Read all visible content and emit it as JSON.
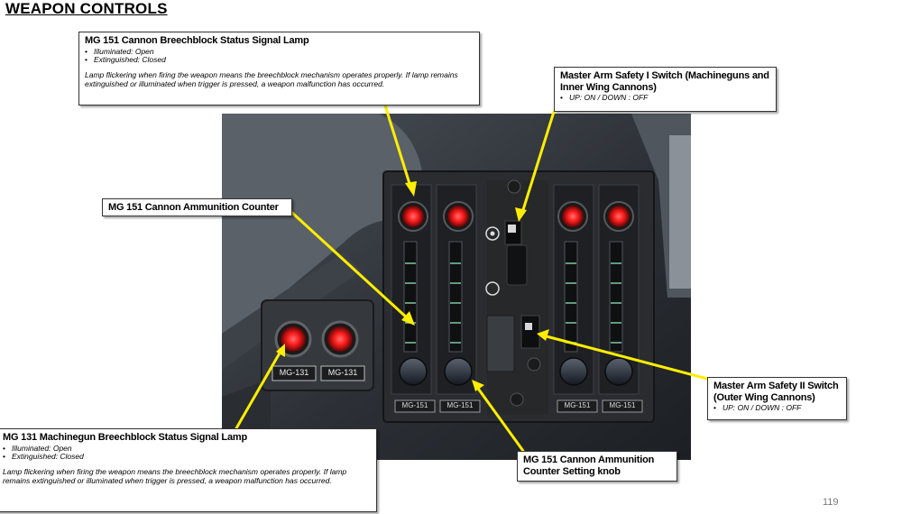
{
  "page_title": "WEAPON CONTROLS",
  "page_number": "119",
  "callouts": {
    "breech_lamp_151": {
      "heading": "MG 151 Cannon Breechblock Status Signal Lamp",
      "bullets": [
        "Illuminated: Open",
        "Extinguished: Closed"
      ],
      "note": "Lamp flickering when firing the weapon means the breechblock mechanism operates properly. If lamp remains extinguished or illuminated when trigger is pressed, a weapon malfunction has occurred."
    },
    "master_arm_1": {
      "heading": "Master Arm Safety I Switch (Machineguns and Inner Wing Cannons)",
      "bullets": [
        "UP: ON / DOWN : OFF"
      ]
    },
    "ammo_counter": {
      "heading": "MG 151 Cannon Ammunition Counter"
    },
    "master_arm_2": {
      "heading": "Master Arm Safety II Switch (Outer Wing Cannons)",
      "bullets": [
        "UP: ON / DOWN : OFF"
      ]
    },
    "counter_knob": {
      "heading": "MG 151 Cannon Ammunition Counter Setting knob"
    },
    "breech_lamp_131": {
      "heading": "MG 131 Machinegun Breechblock Status Signal Lamp",
      "bullets": [
        "Illuminated: Open",
        "Extinguished: Closed"
      ],
      "note": "Lamp flickering when firing the weapon means the breechblock mechanism operates properly. If lamp remains extinguished or illuminated when trigger is pressed, a weapon malfunction has occurred."
    }
  },
  "panel_labels": {
    "mg131_left": "MG-131",
    "mg131_right": "MG-131",
    "mg151": [
      "MG-151",
      "MG-151",
      "MG-151",
      "MG-151"
    ]
  },
  "colors": {
    "arrow": "#ffee00",
    "lamp": "#ff2a2a",
    "panel": "#2a2c30"
  }
}
